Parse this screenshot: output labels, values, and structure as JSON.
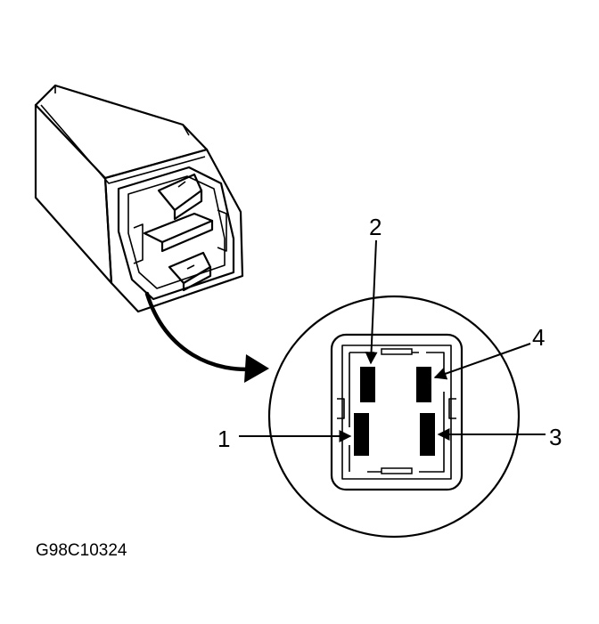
{
  "figure_id": "G98C10324",
  "pins": [
    {
      "id": "pin-1",
      "label": "1"
    },
    {
      "id": "pin-2",
      "label": "2"
    },
    {
      "id": "pin-3",
      "label": "3"
    },
    {
      "id": "pin-4",
      "label": "4"
    }
  ],
  "colors": {
    "line": "#000000",
    "background": "#ffffff"
  }
}
